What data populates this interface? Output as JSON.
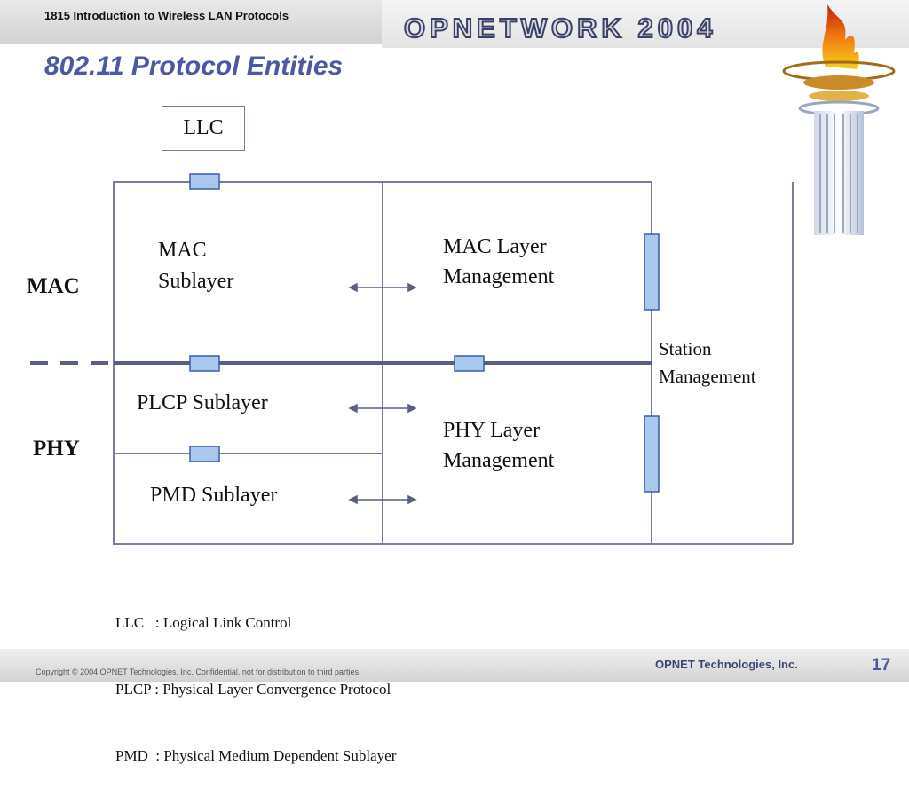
{
  "header": {
    "course": "1815 Introduction to Wireless LAN Protocols",
    "brand": "OPNETWORK 2004"
  },
  "slide": {
    "title": "802.11 Protocol Entities"
  },
  "diagram": {
    "llc_box": "LLC",
    "mac_side_label": "MAC",
    "phy_side_label": "PHY",
    "mac_sublayer": [
      "MAC",
      "Sublayer"
    ],
    "mac_layer_management": [
      "MAC Layer",
      "Management"
    ],
    "station_management": [
      "Station",
      "Management"
    ],
    "plcp_sublayer": "PLCP Sublayer",
    "phy_layer_management": [
      "PHY Layer",
      "Management"
    ],
    "pmd_sublayer": "PMD Sublayer"
  },
  "legend": [
    "LLC   : Logical Link Control",
    "PLCP : Physical Layer Convergence Protocol",
    "PMD  : Physical Medium Dependent Sublayer"
  ],
  "footer": {
    "copyright": "Copyright © 2004 OPNET Technologies, Inc.  Confidential, not for distribution to third parties.",
    "company": "OPNET Technologies, Inc.",
    "page": "17"
  },
  "colors": {
    "title": "#4b59a3",
    "lines": "#7a7e9c",
    "sap_fill": "#a8c8f0",
    "sap_stroke": "#3a5fa8"
  }
}
